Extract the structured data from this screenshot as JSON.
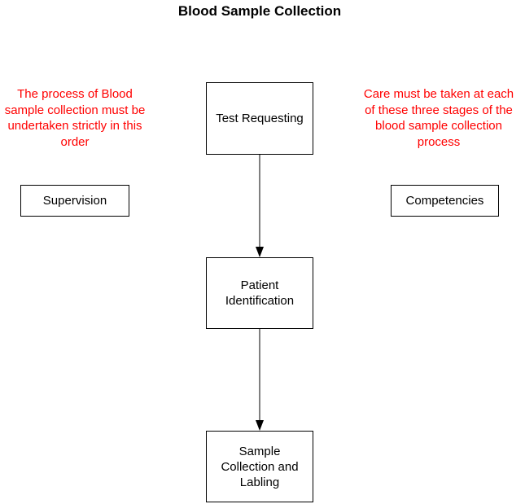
{
  "title": "Blood Sample Collection",
  "steps": {
    "test_requesting": "Test Requesting",
    "patient_identification": [
      "Patient",
      "Identification"
    ],
    "sample_collection": [
      "Sample",
      "Collection and",
      "Labling"
    ]
  },
  "side_boxes": {
    "supervision": "Supervision",
    "competencies": "Competencies"
  },
  "notes": {
    "left": [
      "The process of Blood",
      "sample collection must be",
      "undertaken strictly in this",
      "order"
    ],
    "right": [
      "Care must be taken at each",
      "of these three stages of the",
      "blood sample collection",
      "process"
    ]
  },
  "colors": {
    "note_text": "#ff0000",
    "box_border": "#000000",
    "background": "#ffffff"
  }
}
